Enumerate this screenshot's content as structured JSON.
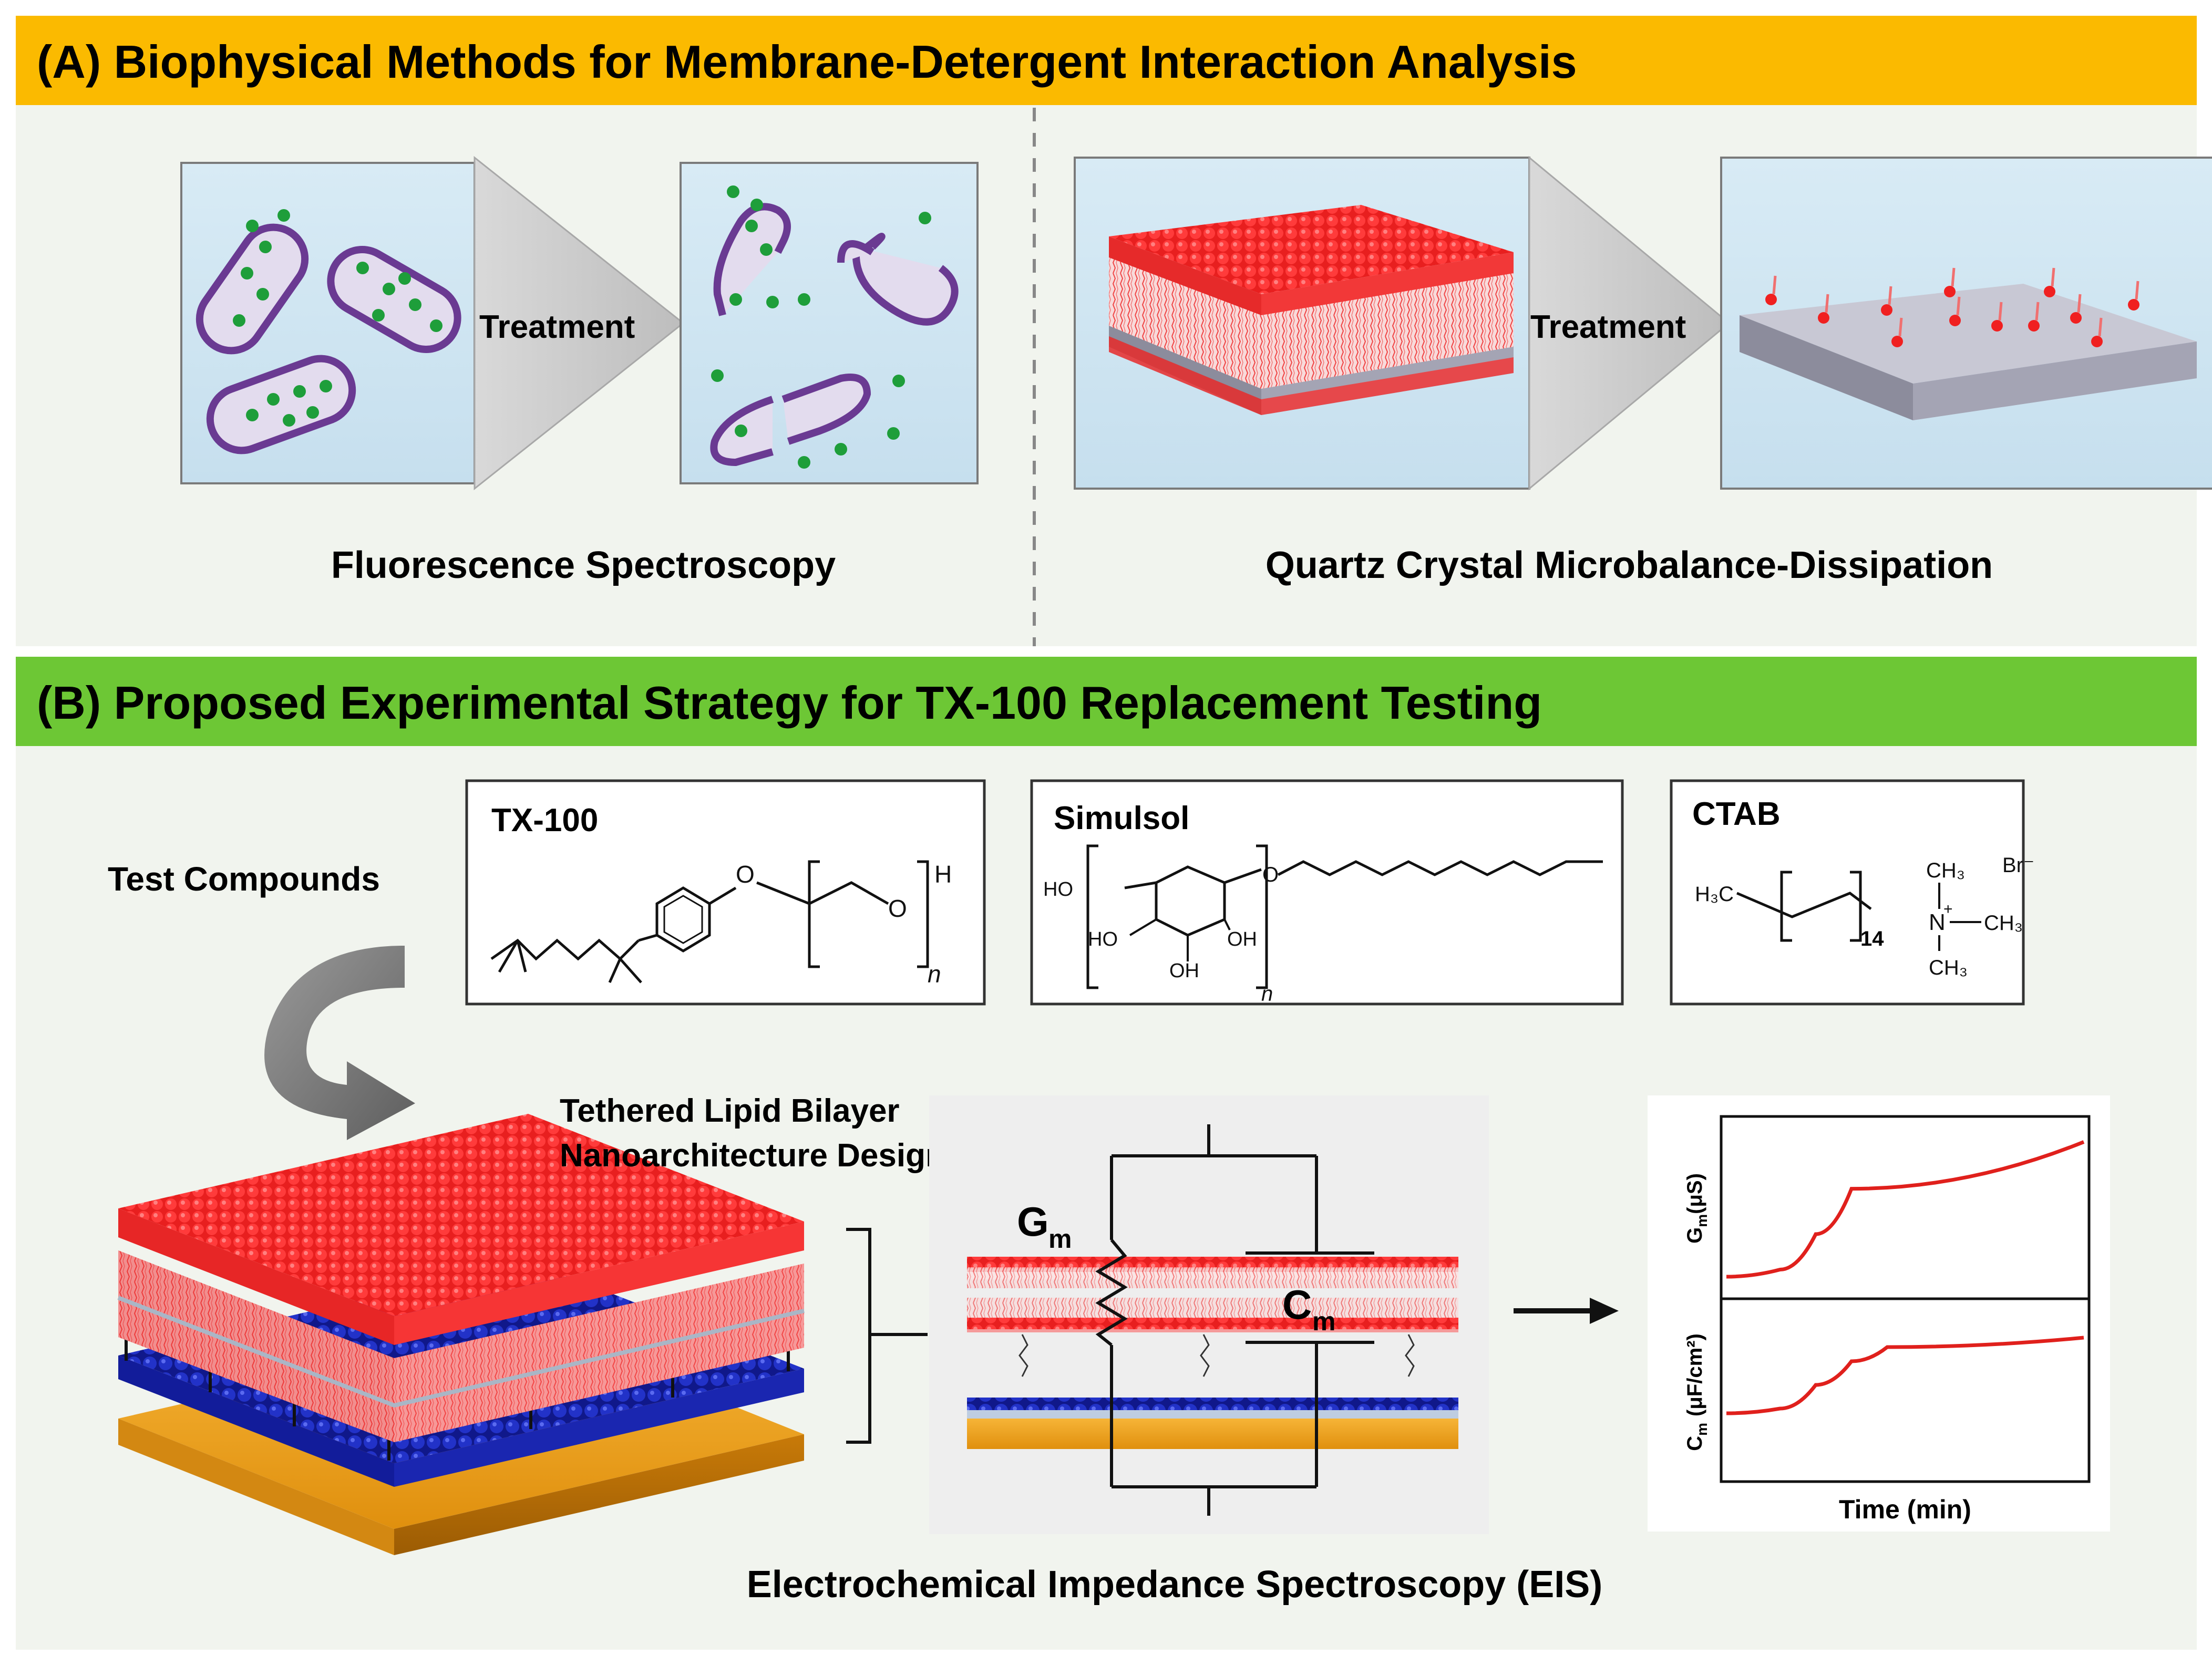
{
  "colors": {
    "panel_a_header": "#FBBA00",
    "panel_b_header": "#6DC735",
    "panel_background": "#F1F4EE",
    "lipid_red": "#F52A2A",
    "tether_blue": "#1E2CB8",
    "gold_substrate": "#E89A14",
    "bacteria_outline": "#6A3A92",
    "dye_green": "#1E9E3A",
    "curve_red": "#E0201C"
  },
  "panel_a": {
    "title": "(A) Biophysical Methods for Membrane-Detergent Interaction Analysis",
    "treatment_label_left": "Treatment",
    "treatment_label_right": "Treatment",
    "fluorescence_caption": "Fluorescence Spectroscopy",
    "qcmd_caption": "Quartz Crystal Microbalance-Dissipation"
  },
  "panel_b": {
    "title": "(B) Proposed Experimental Strategy for TX-100 Replacement Testing",
    "test_compounds_label": "Test Compounds",
    "compounds": [
      {
        "name": "TX-100",
        "hydrogen": "H",
        "subscript": "n"
      },
      {
        "name": "Simulsol",
        "substituents": [
          "HO",
          "HO",
          "OH",
          "OH"
        ],
        "subscript": "n"
      },
      {
        "name": "CTAB",
        "counterion": "Br⁻",
        "subscript": "14"
      }
    ],
    "tblm_label_line1": "Tethered Lipid Bilayer",
    "tblm_label_line2": "Nanoarchitecture Design",
    "circuit": {
      "conductance_symbol": "G",
      "conductance_sub": "m",
      "capacitance_symbol": "C",
      "capacitance_sub": "m"
    },
    "graph": {
      "top_ylabel": "G",
      "top_ylabel_sub": "m",
      "top_ylabel_unit": "(μS)",
      "bottom_ylabel": "C",
      "bottom_ylabel_sub": "m",
      "bottom_ylabel_unit": "(μF/cm²)",
      "xlabel": "Time (min)"
    },
    "eis_caption": "Electrochemical Impedance Spectroscopy (EIS)"
  },
  "chart_data": [
    {
      "type": "line",
      "ylabel": "Gm (μS)",
      "xlabel": "",
      "series": [
        {
          "x": [
            0,
            0.15,
            0.25,
            0.35,
            1.0
          ],
          "y": [
            0.0,
            0.05,
            0.3,
            0.62,
            0.95
          ]
        }
      ]
    },
    {
      "type": "line",
      "ylabel": "Cm (μF/cm²)",
      "xlabel": "Time (min)",
      "series": [
        {
          "x": [
            0,
            0.15,
            0.25,
            0.35,
            0.45,
            1.0
          ],
          "y": [
            0.0,
            0.05,
            0.3,
            0.55,
            0.7,
            0.8
          ]
        }
      ]
    }
  ]
}
